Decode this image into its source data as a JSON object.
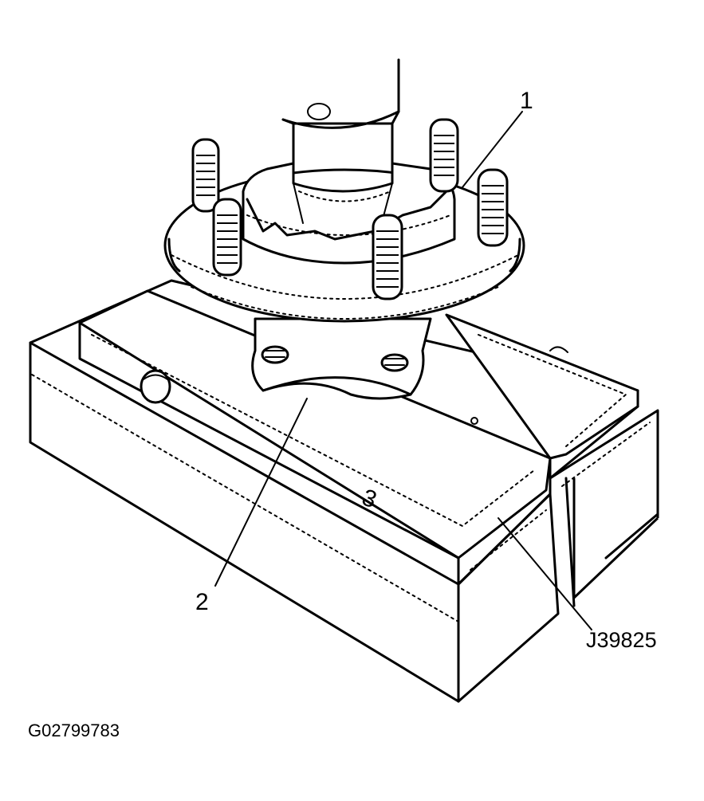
{
  "figure": {
    "callouts": {
      "hub": "1",
      "bearing": "2",
      "block_marking": "3"
    },
    "tool_label": "J39825",
    "figure_id": "G02799783"
  }
}
